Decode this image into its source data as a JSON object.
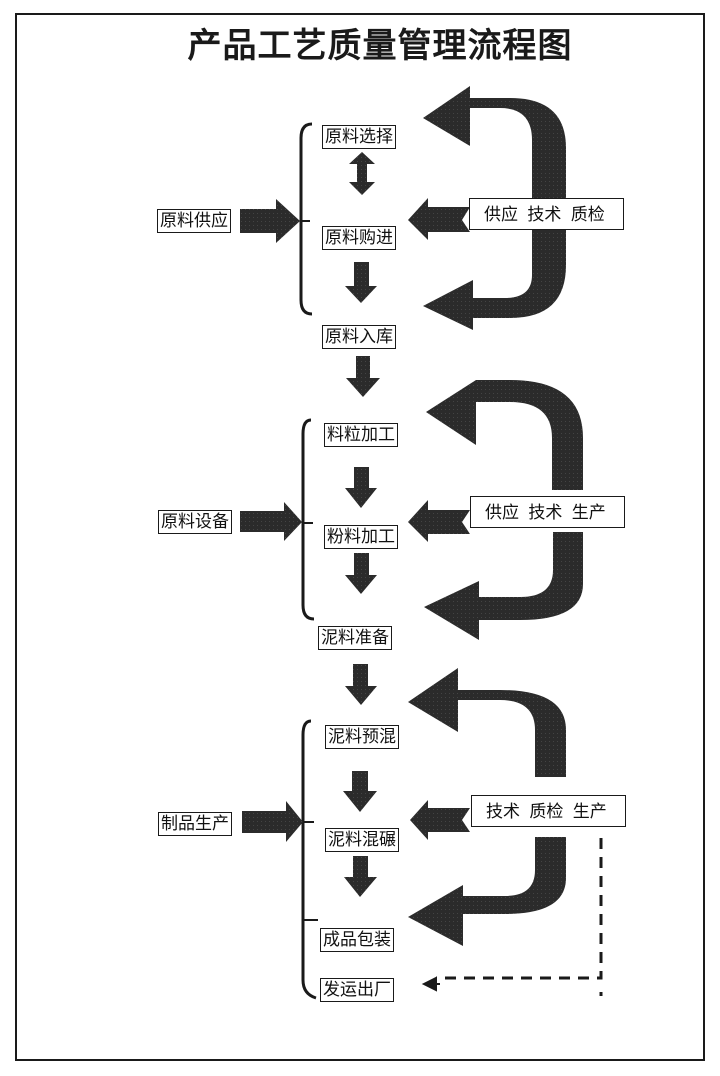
{
  "title": "产品工艺质量管理流程图",
  "colors": {
    "arrow": "#2b2b2b",
    "line": "#1a1a1a",
    "background": "#ffffff"
  },
  "sections": [
    {
      "input": "原料供应",
      "steps": [
        "原料选择",
        "原料购进"
      ],
      "output": "原料入库",
      "departments": "供应  技术  质检",
      "connector_between_steps": "double-arrow"
    },
    {
      "input": "原料设备",
      "steps": [
        "料粒加工",
        "粉料加工"
      ],
      "output": "泥料准备",
      "departments": "供应  技术  生产",
      "connector_between_steps": "down-arrow"
    },
    {
      "input": "制品生产",
      "steps": [
        "泥料预混",
        "泥料混碾",
        "成品包装"
      ],
      "output": "发运出厂",
      "departments": "技术  质检  生产",
      "connector_between_steps": "down-arrow"
    }
  ]
}
